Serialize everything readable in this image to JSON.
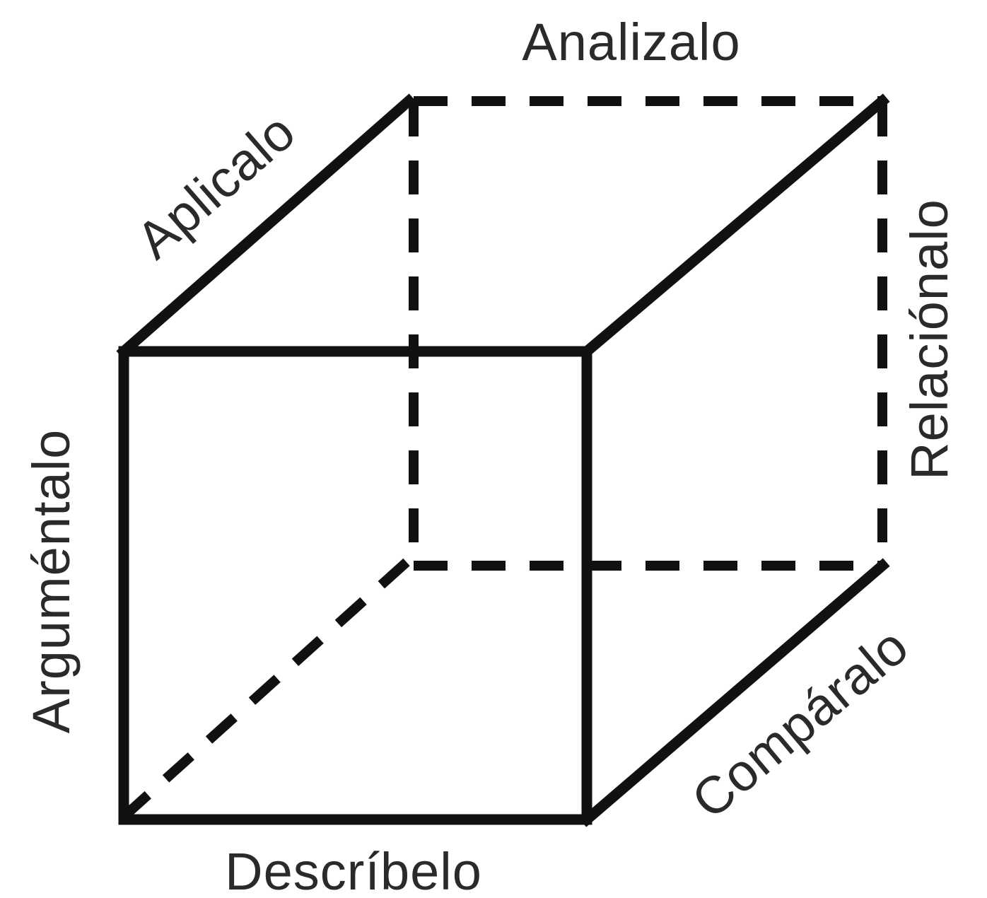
{
  "diagram": {
    "labels": {
      "top": "Analizalo",
      "top_left": "Aplicalo",
      "right": "Relaciónalo",
      "left": "Arguméntalo",
      "bottom_right": "Compáralo",
      "bottom": "Descríbelo"
    },
    "colors": {
      "edge": "#111111",
      "label": "#2a2a2a",
      "background": "#ffffff"
    }
  }
}
